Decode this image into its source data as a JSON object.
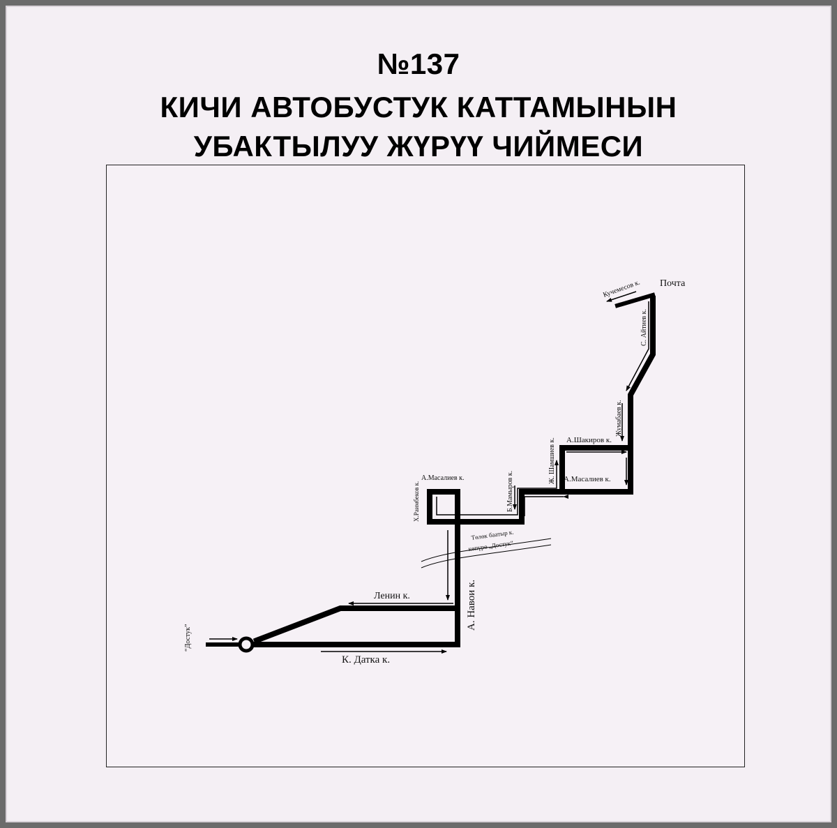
{
  "title": {
    "line1": "№137",
    "line2": "КИЧИ АВТОБУСТУК КАТТАМЫНЫН",
    "line3": "УБАКТЫЛУУ ЖҮРҮҮ ЧИЙМЕСИ"
  },
  "map": {
    "route_color": "#000000",
    "background": "#f4eff4",
    "labels": {
      "kuchemesov": "Кучемесов к.",
      "pochta": "Почта",
      "aytiev": "С. Айтиев к.",
      "zhumabaev": "Жумабаев к.",
      "shakirov": "А.Шакиров к.",
      "shamshiev": "Ж. Шамшиев к.",
      "masaliev_right": "А.Масалиев к.",
      "mamyrov": "Б.Мамыров к.",
      "masaliev_left": "А.Масалиев к.",
      "raimbekov": "Х.Раимбеков к.",
      "tolok": "Төлөк баатыр к.",
      "kopur": "көпүрө „Достук“",
      "lenin": "Ленин к.",
      "navoi": "А. Навои к.",
      "datka": "К. Датка к.",
      "dostuk": "“Достук”"
    }
  }
}
